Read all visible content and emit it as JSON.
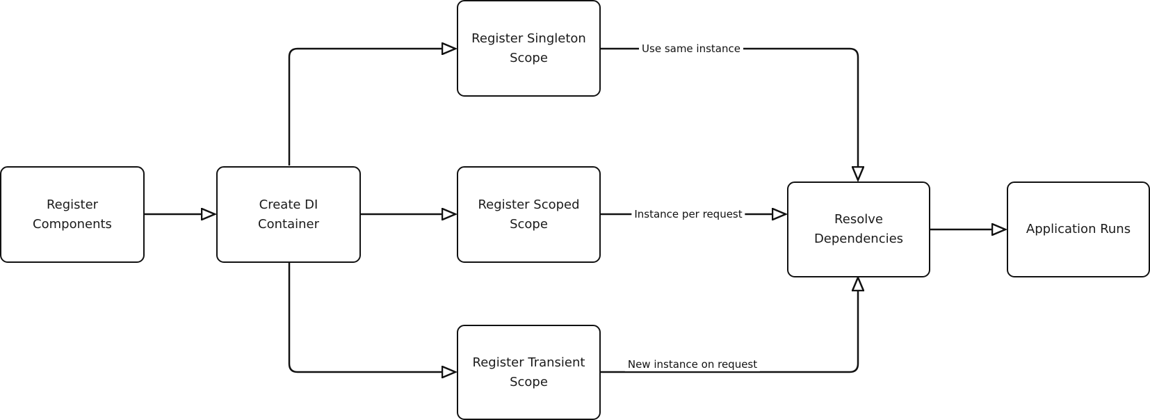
{
  "diagram": {
    "nodes": {
      "register_components": "Register Components",
      "create_di_container": "Create DI Container",
      "register_singleton": "Register Singleton Scope",
      "register_scoped": "Register Scoped Scope",
      "register_transient": "Register Transient Scope",
      "resolve_dependencies": "Resolve Dependencies",
      "application_runs": "Application Runs"
    },
    "edge_labels": {
      "singleton_to_resolve": "Use same instance",
      "scoped_to_resolve": "Instance per request",
      "transient_to_resolve": "New instance on request"
    }
  }
}
